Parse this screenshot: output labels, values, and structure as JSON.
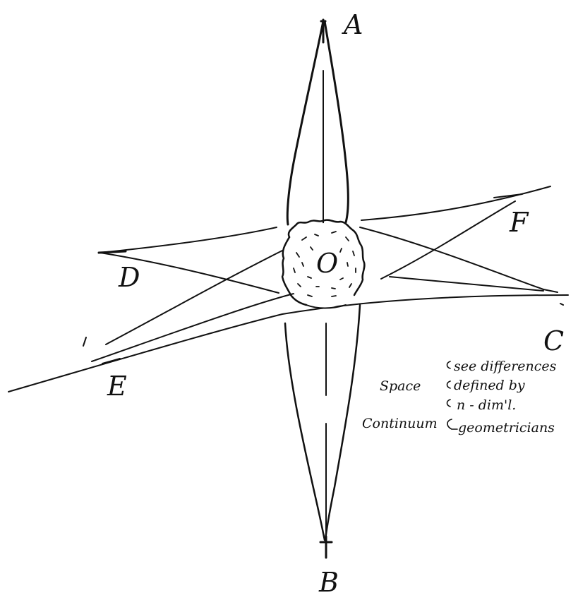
{
  "labels": {
    "A": "A",
    "B": "B",
    "C": "C",
    "D": "D",
    "E": "E",
    "F": "F",
    "O": "O"
  },
  "annotation": {
    "word1": "Space",
    "word2": "Continuum",
    "lines": [
      "see differences",
      "defined by",
      "n - dim'l.",
      "geometricians"
    ]
  },
  "colors": {
    "ink": "#111111",
    "paper": "#ffffff"
  }
}
